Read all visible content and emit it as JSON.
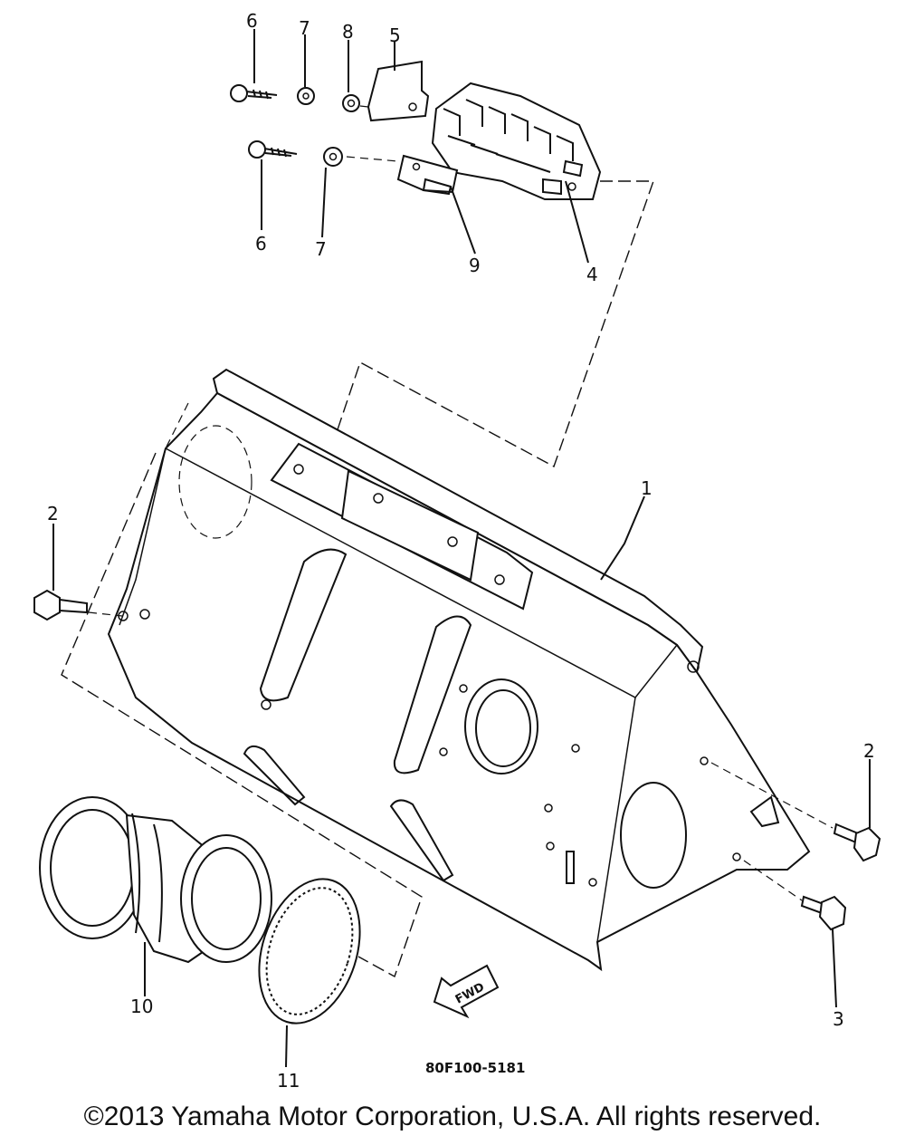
{
  "callouts": {
    "c1": "1",
    "c2_left": "2",
    "c2_right": "2",
    "c3": "3",
    "c4": "4",
    "c5": "5",
    "c6_top": "6",
    "c6_bottom": "6",
    "c7_top": "7",
    "c7_bottom": "7",
    "c8": "8",
    "c9": "9",
    "c10": "10",
    "c11": "11"
  },
  "fwd_label": "FWD",
  "diagram_code": "80F100-5181",
  "copyright": "©2013 Yamaha Motor Corporation, U.S.A. All rights reserved."
}
